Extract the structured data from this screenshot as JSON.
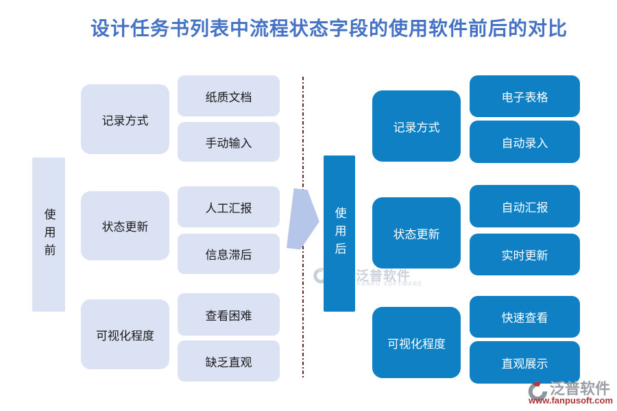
{
  "title": "设计任务书列表中流程状态字段的使用软件前后的对比",
  "before": {
    "label": "使用前",
    "groups": [
      {
        "category": "记录方式",
        "items": [
          "纸质文档",
          "手动输入"
        ]
      },
      {
        "category": "状态更新",
        "items": [
          "人工汇报",
          "信息滞后"
        ]
      },
      {
        "category": "可视化程度",
        "items": [
          "查看困难",
          "缺乏直观"
        ]
      }
    ]
  },
  "after": {
    "label": "使用后",
    "groups": [
      {
        "category": "记录方式",
        "items": [
          "电子表格",
          "自动录入"
        ]
      },
      {
        "category": "状态更新",
        "items": [
          "自动汇报",
          "实时更新"
        ]
      },
      {
        "category": "可视化程度",
        "items": [
          "快速查看",
          "直观展示"
        ]
      }
    ]
  },
  "watermarks": {
    "center": {
      "brand": "泛普软件",
      "sub": "FANPU SOFTWARE"
    },
    "corner": {
      "brand": "泛普软件",
      "url": "www.fanpusoft.com"
    }
  },
  "colors": {
    "title_blue": "#4472c4",
    "light_box_fill": "#dbe2f4",
    "blue_box_fill": "#0f80c3",
    "arrow_fill": "#b6c6e8",
    "divider_dash": "#5d2724",
    "watermark_url_red": "#ad3535"
  }
}
